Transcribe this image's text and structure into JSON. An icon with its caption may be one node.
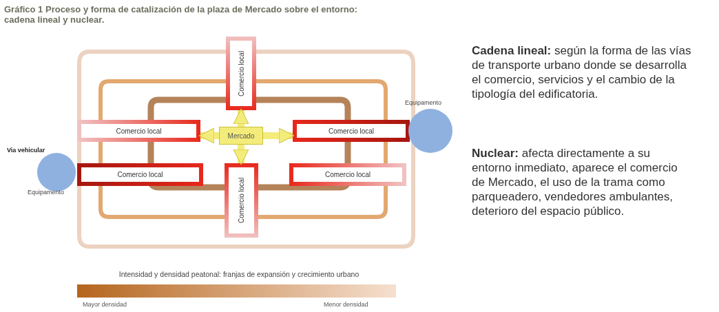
{
  "diagram": {
    "title": "Gráfico 1 Proceso y forma de catalización de la plaza de Mercado sobre el entorno: cadena lineal y nuclear.",
    "nodes": [
      {
        "text": [
          "Comercio local"
        ]
      },
      {
        "text": [
          "Comercio local"
        ]
      },
      {
        "text": [
          "Mercado"
        ]
      },
      {
        "text": [
          "Comercio local"
        ]
      },
      {
        "text": [
          "Equipamento"
        ]
      },
      {
        "text": [
          "Comercio local"
        ]
      },
      {
        "text": [
          "Comercio local"
        ]
      },
      {
        "text": [
          "Comercio local"
        ]
      },
      {
        "text": [
          "Equipamento"
        ]
      },
      {
        "text": [],
        "shape": "bar"
      }
    ],
    "edges": [
      {
        "from": 2,
        "to": 0,
        "arrow": "to"
      },
      {
        "from": 2,
        "to": 1,
        "arrow": "to"
      },
      {
        "from": 2,
        "to": 3,
        "arrow": "to"
      },
      {
        "from": 2,
        "to": 6,
        "arrow": "to"
      }
    ],
    "labels": [
      "Via vehicular",
      "Intensidad y densidad peatonal: franjas de expansión y crecimiento urbano",
      "Mayor densidad",
      "Menor densidad",
      "**Cadena lineal:** según la forma de las vías de transporte urbano donde se desarrolla el comercio, servicios y el cambio de la tipología del edificatoria.",
      "**Nuclear:** afecta directamente a su entorno inmediato, aparece el comercio de Mercado, el uso de la trama como parqueadero, vendedores ambulantes, deterioro del espacio público."
    ]
  }
}
